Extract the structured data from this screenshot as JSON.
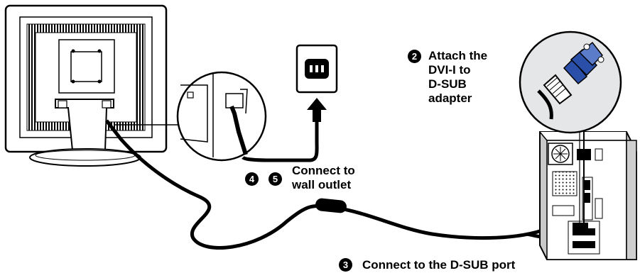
{
  "steps": {
    "adapter": {
      "number": "2",
      "text": "Attach the\nDVI-I to\nD-SUB\nadapter"
    },
    "outlet": {
      "numbers": [
        "4",
        "5"
      ],
      "text": "Connect to\nwall outlet"
    },
    "dsub": {
      "number": "3",
      "text": "Connect to the D-SUB port"
    }
  },
  "colors": {
    "line": "#000000",
    "background": "#ffffff",
    "callout_fill": "#e4e6e8",
    "adapter_blue": "#2a4fa8",
    "tower_fill": "#c9c9c9"
  }
}
